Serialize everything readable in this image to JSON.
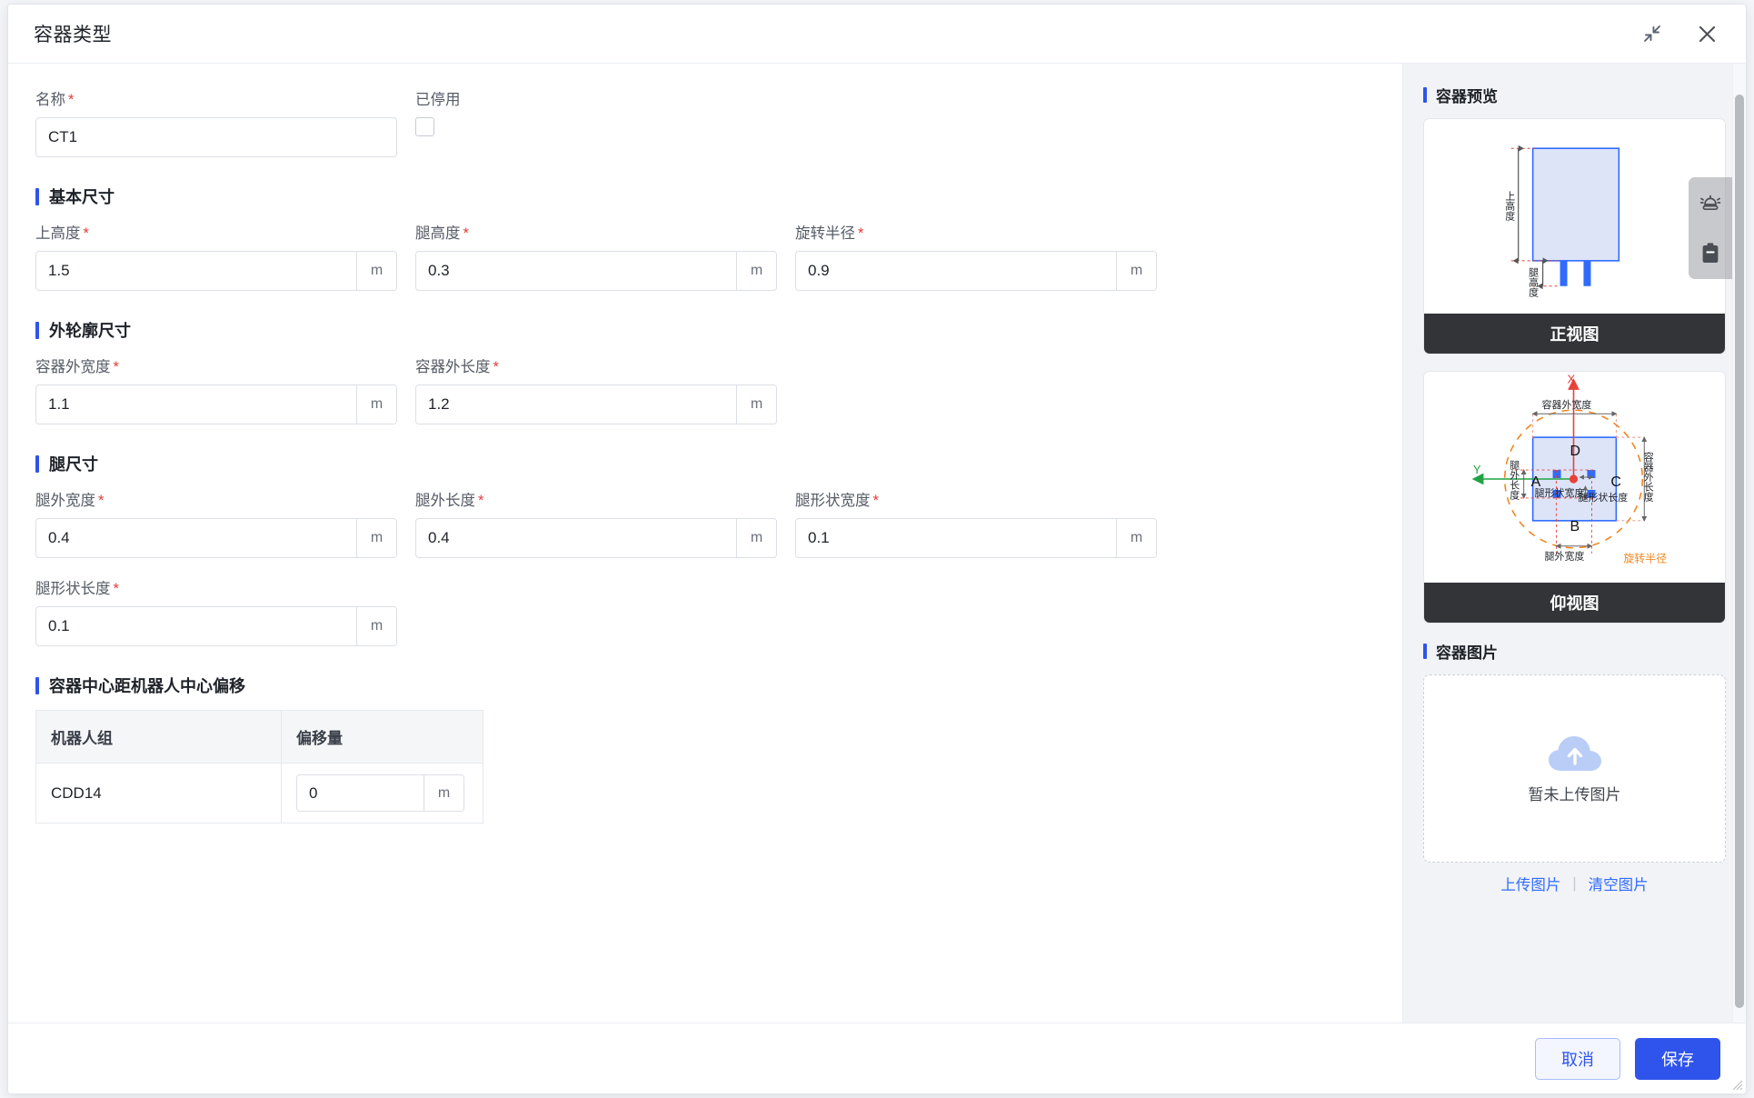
{
  "dialog": {
    "title": "容器类型",
    "minimize_icon": "collapse-icon",
    "close_icon": "close-icon"
  },
  "side_tabs": [
    {
      "name": "alarm-icon",
      "label": "alarm"
    },
    {
      "name": "clipboard-icon",
      "label": "clipboard"
    }
  ],
  "form": {
    "name_field": {
      "label": "名称",
      "required": "*",
      "value": "CT1"
    },
    "disabled_field": {
      "label": "已停用",
      "checked": false
    },
    "sections": [
      {
        "key": "basic",
        "title": "基本尺寸"
      },
      {
        "key": "outline",
        "title": "外轮廓尺寸"
      },
      {
        "key": "leg",
        "title": "腿尺寸"
      },
      {
        "key": "offset",
        "title": "容器中心距机器人中心偏移"
      }
    ],
    "fields": {
      "top_height": {
        "label": "上高度",
        "required": "*",
        "value": "1.5",
        "unit": "m"
      },
      "leg_height": {
        "label": "腿高度",
        "required": "*",
        "value": "0.3",
        "unit": "m"
      },
      "turn_radius": {
        "label": "旋转半径",
        "required": "*",
        "value": "0.9",
        "unit": "m"
      },
      "outer_width": {
        "label": "容器外宽度",
        "required": "*",
        "value": "1.1",
        "unit": "m"
      },
      "outer_length": {
        "label": "容器外长度",
        "required": "*",
        "value": "1.2",
        "unit": "m"
      },
      "leg_out_width": {
        "label": "腿外宽度",
        "required": "*",
        "value": "0.4",
        "unit": "m"
      },
      "leg_out_length": {
        "label": "腿外长度",
        "required": "*",
        "value": "0.4",
        "unit": "m"
      },
      "leg_shape_width": {
        "label": "腿形状宽度",
        "required": "*",
        "value": "0.1",
        "unit": "m"
      },
      "leg_shape_length": {
        "label": "腿形状长度",
        "required": "*",
        "value": "0.1",
        "unit": "m"
      }
    }
  },
  "offset_table": {
    "headers": [
      "机器人组",
      "偏移量"
    ],
    "rows": [
      {
        "group": "CDD14",
        "offset": "0",
        "unit": "m"
      }
    ]
  },
  "preview": {
    "title": "容器预览",
    "front_view": {
      "caption": "正视图",
      "labels": {
        "top_height": "上高度",
        "leg_height": "腿高度"
      }
    },
    "bottom_view": {
      "caption": "仰视图",
      "labels": {
        "axis_x": "X",
        "axis_y": "Y",
        "outer_width": "容器外宽度",
        "outer_length": "容器外长度",
        "leg_out_length": "腿外长度",
        "leg_out_width": "腿外宽度",
        "leg_shape_width": "腿形状宽度",
        "leg_shape_length": "腿形状长度",
        "turn_radius": "旋转半径",
        "corner_a": "A",
        "corner_b": "B",
        "corner_c": "C",
        "corner_d": "D"
      }
    }
  },
  "image_section": {
    "title": "容器图片",
    "empty_text": "暂未上传图片",
    "upload_link": "上传图片",
    "clear_link": "清空图片"
  },
  "footer": {
    "cancel": "取消",
    "save": "保存"
  },
  "colors": {
    "accent": "#2f54eb",
    "required": "#e23c39",
    "caption_bg": "#333438",
    "diagram_fill": "#dde4f8",
    "diagram_stroke": "#2f6bff",
    "radius_orange": "#f08822",
    "axis_x": "#e8413a",
    "axis_y": "#21a342"
  }
}
